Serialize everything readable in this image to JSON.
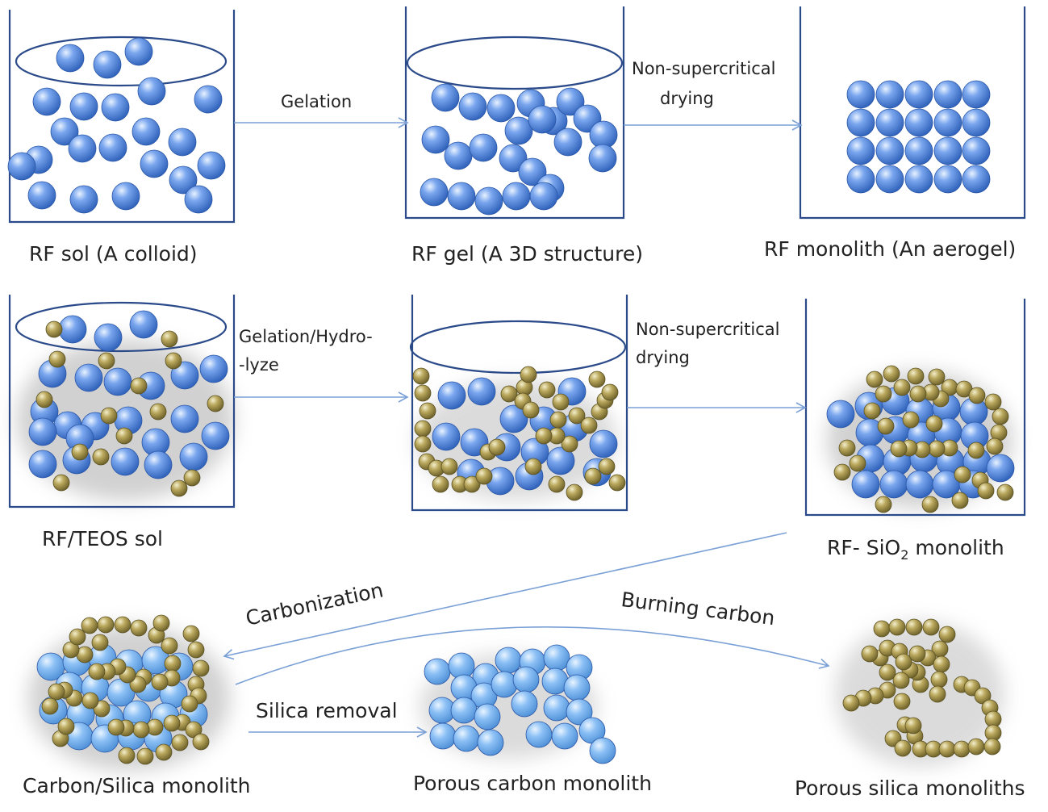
{
  "row1": {
    "beaker1_caption": "RF sol (A colloid)",
    "arrow1_label": "Gelation",
    "beaker2_caption": "RF gel (A 3D structure)",
    "arrow2_label_line1": "Non-supercritical",
    "arrow2_label_line2": "drying",
    "beaker3_caption": "RF monolith (An aerogel)"
  },
  "row2": {
    "beaker1_caption": "RF/TEOS  sol",
    "arrow1_label_line1": "Gelation/Hydro-",
    "arrow1_label_line2": "-lyze",
    "arrow2_label_line1": "Non-supercritical",
    "arrow2_label_line2": "drying",
    "beaker3_caption_prefix": "RF- SiO",
    "beaker3_caption_sub": "2",
    "beaker3_caption_suffix": " monolith"
  },
  "row3": {
    "carbonization_label": "Carbonization",
    "burning_label": "Burning carbon",
    "silica_removal_label": "Silica removal",
    "product1_caption": "Carbon/Silica monolith",
    "product2_caption": "Porous carbon monolith",
    "product3_caption": "Porous silica monoliths"
  },
  "colors": {
    "blue_particle": "#4a7fd6",
    "gold_particle": "#8f7f3a",
    "beaker_line": "#2b4a8a",
    "arrow": "#7aa0d6"
  }
}
